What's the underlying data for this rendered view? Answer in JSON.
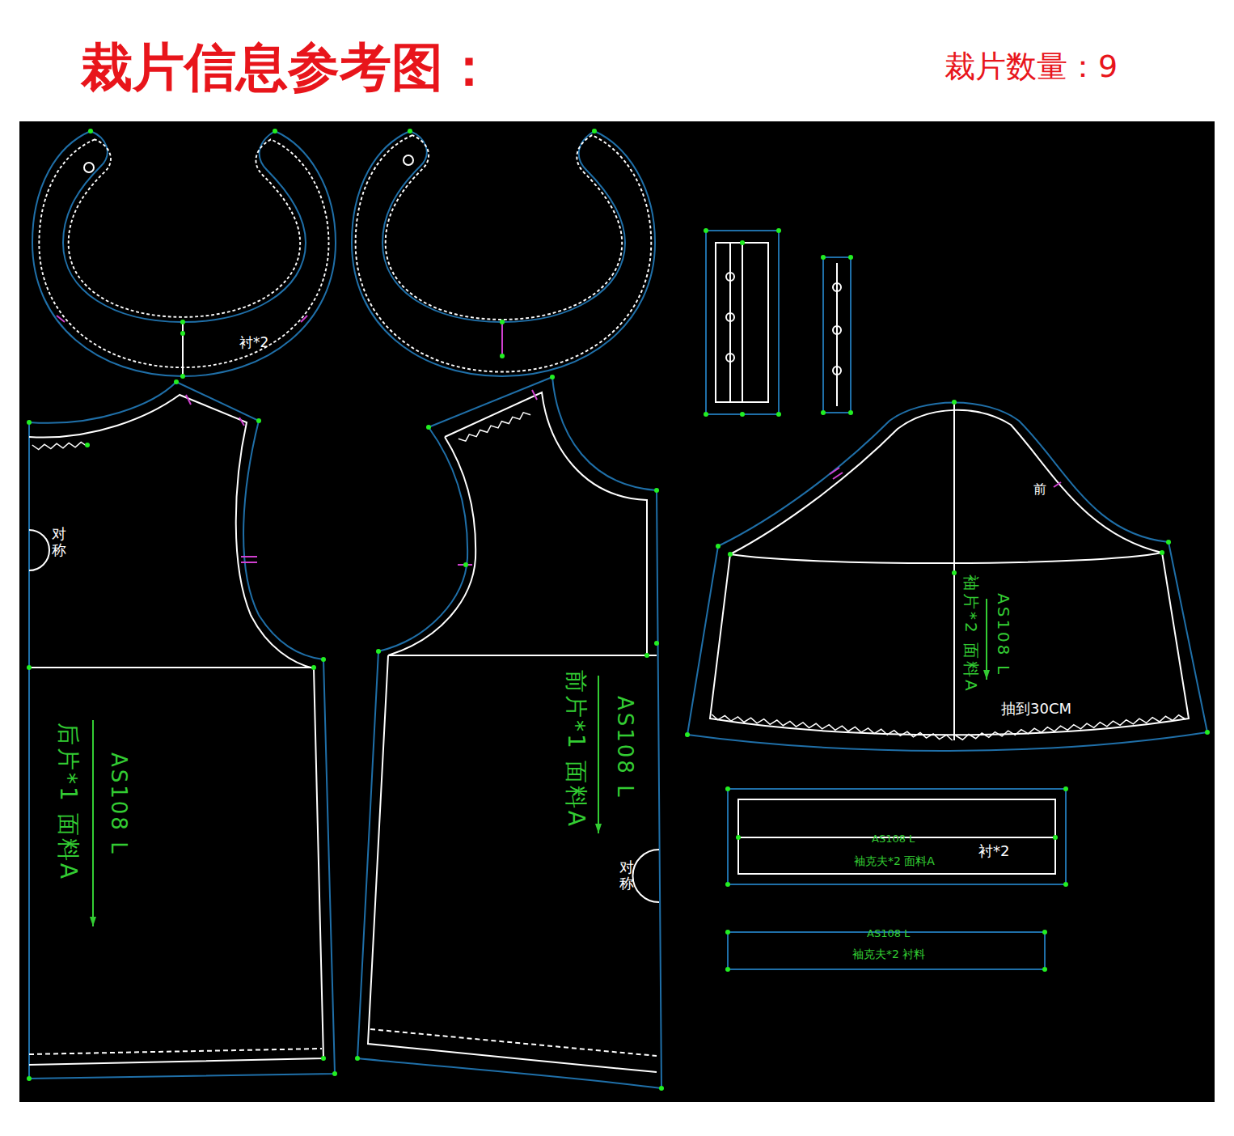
{
  "diagram": {
    "title": "裁片信息参考图：",
    "labels": [
      "裁片数量：9",
      "衬*2",
      "对称",
      "后片*1 面料A",
      "AS108 L",
      "前片*1 面料A",
      "AS108 L",
      "对称",
      "袖片*2 面料A",
      "AS108 L",
      "前",
      "抽到30CM",
      "AS108 L",
      "袖克夫*2 面料A",
      "衬*2",
      "AS108 L",
      "袖克夫*2 衬料"
    ]
  }
}
